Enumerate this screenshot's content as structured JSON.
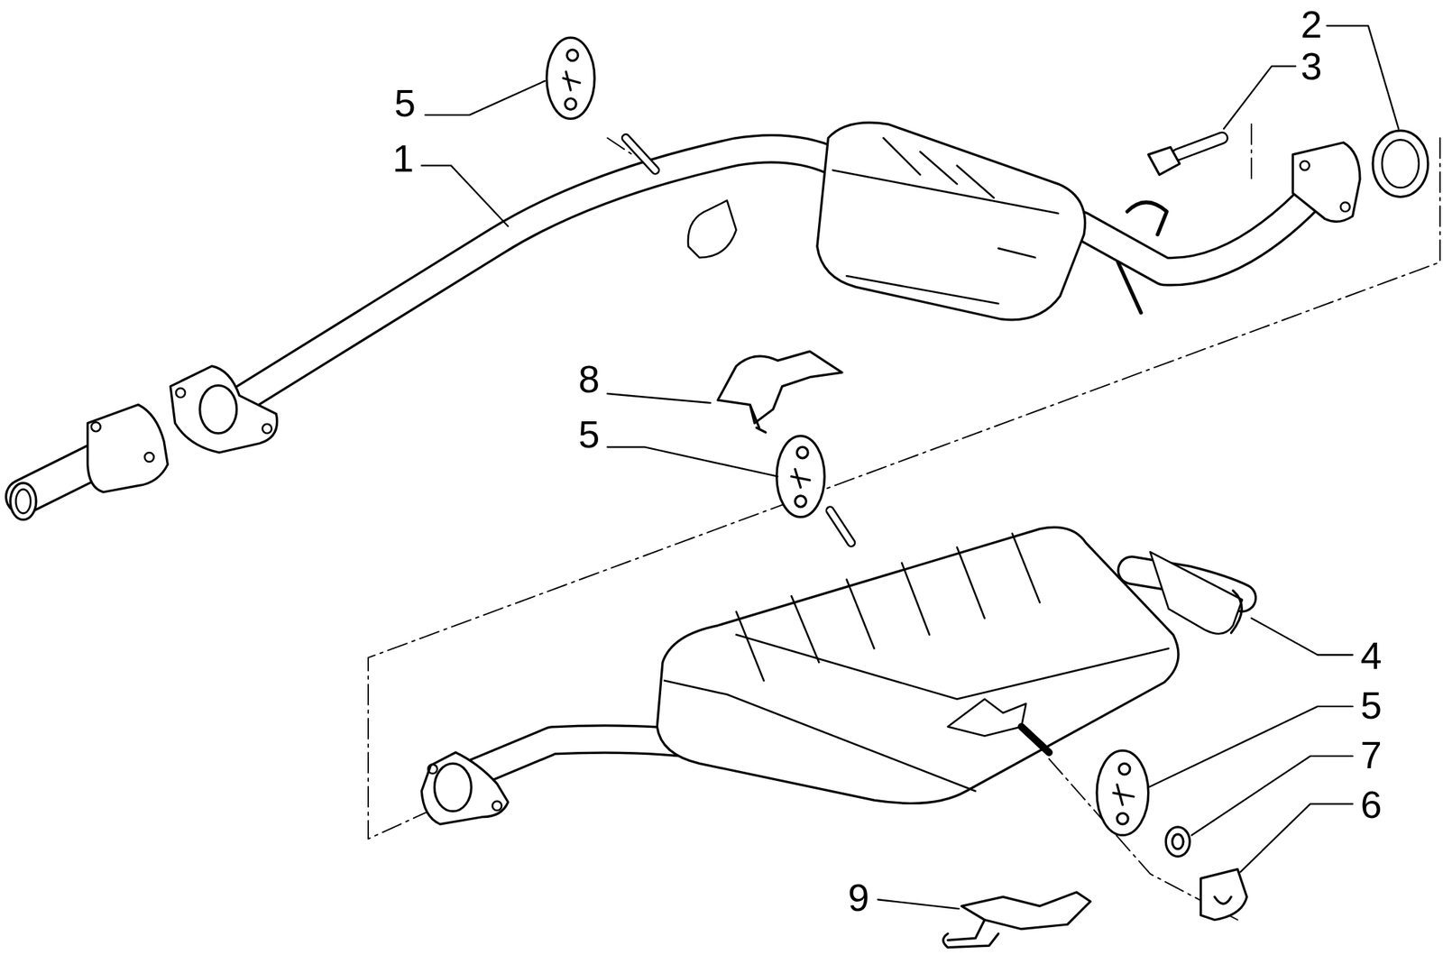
{
  "diagram": {
    "labels": [
      "2",
      "3",
      "5",
      "1",
      "8",
      "5",
      "4",
      "5",
      "7",
      "6",
      "9"
    ]
  }
}
